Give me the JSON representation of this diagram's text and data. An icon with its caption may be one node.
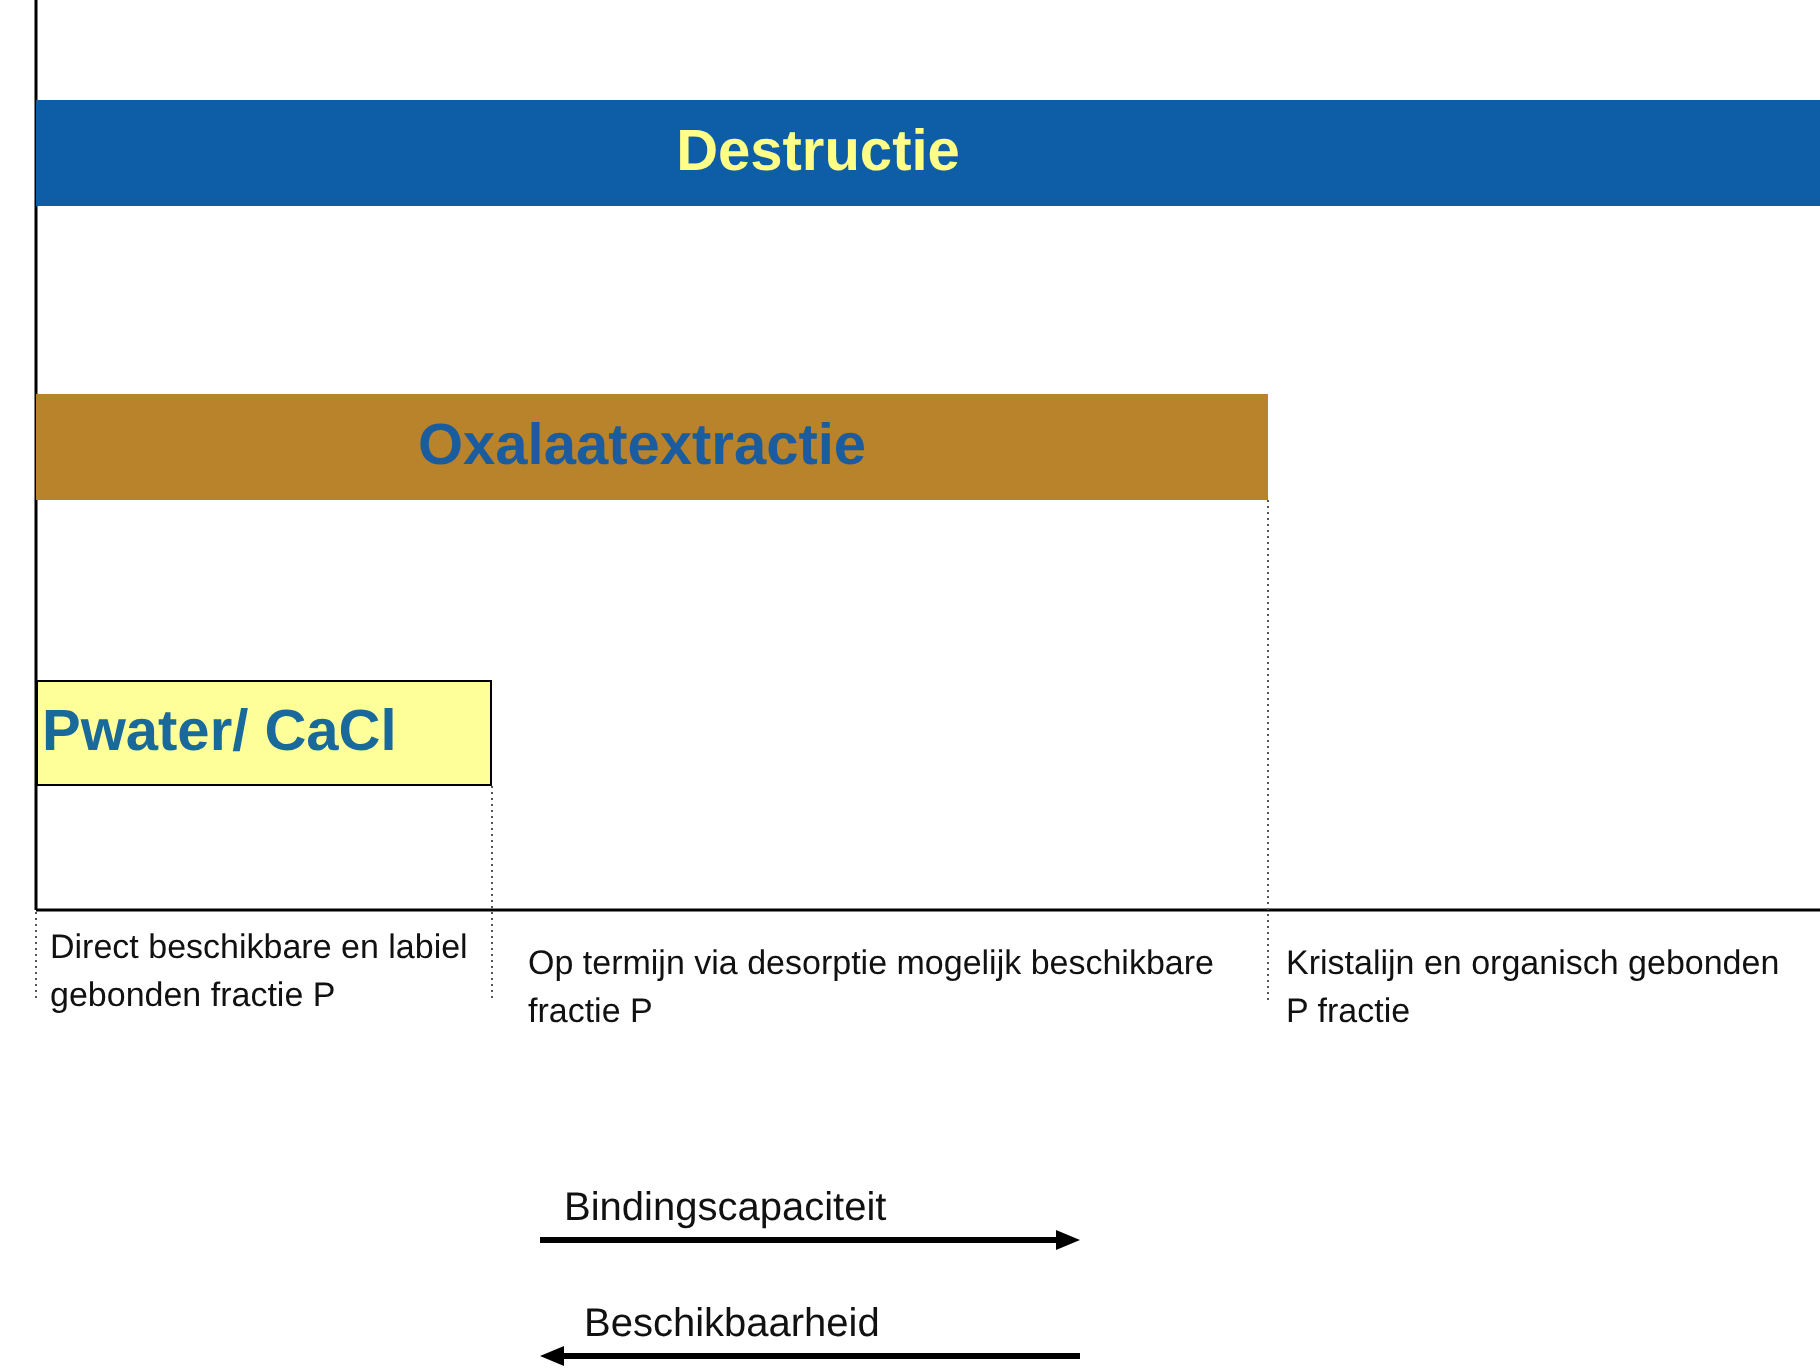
{
  "diagram": {
    "nodes": [
      {
        "text": [
          "Destructie"
        ]
      },
      {
        "text": [
          "Oxalaatextractie"
        ]
      },
      {
        "text": [
          "Pwater/ CaCl"
        ]
      }
    ],
    "labels": [
      "Direct beschikbare en labiel gebonden fractie P",
      "Op termijn via desorptie mogelijk beschikbare fractie P",
      "Kristalijn en organisch gebonden P fractie",
      "Bindingscapaciteit",
      "Beschikbaarheid"
    ]
  }
}
